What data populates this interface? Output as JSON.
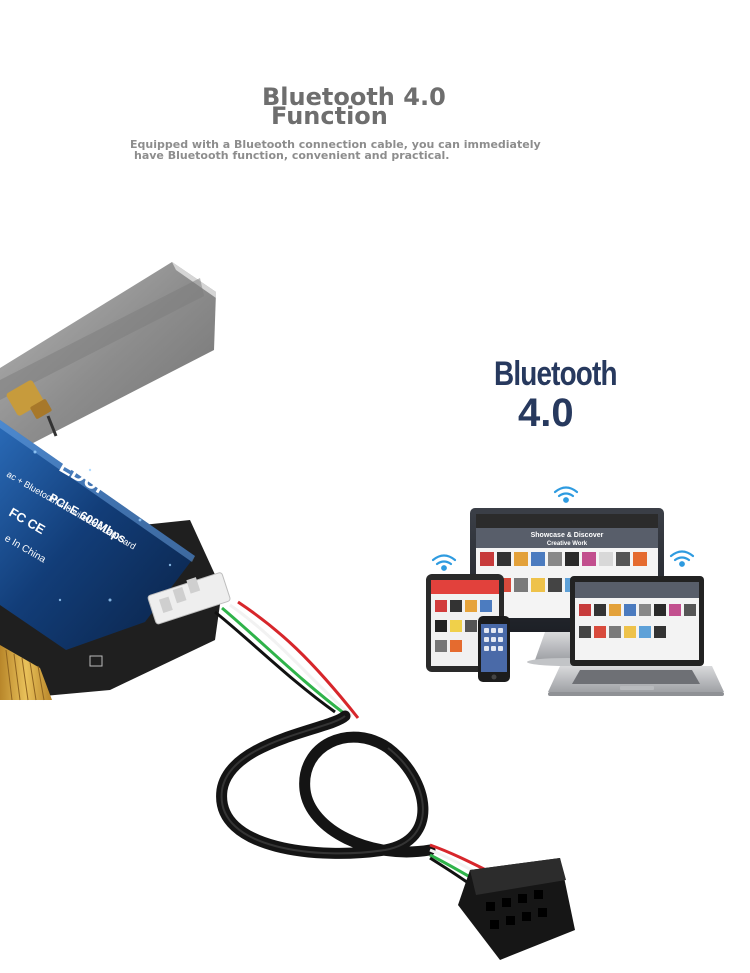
{
  "header": {
    "title_line1": "Bluetooth 4.0",
    "title_line2": "Function",
    "subtitle_line1": "Equipped with a Bluetooth connection cable, you can immediately",
    "subtitle_line2": "have Bluetooth function, convenient and practical."
  },
  "bluetooth_logo": {
    "word": "Bluetooth",
    "version": "4.0",
    "color": "#27395e"
  },
  "card": {
    "brand": "EDUP",
    "model": "PCI-E 600Mbps",
    "description": "ac + Bluetooth 4.0 wireless Lan Card",
    "made_in": "e In China",
    "cert": "FC CE"
  },
  "devices": {
    "screen_heading": "Showcase & Discover",
    "screen_subheading": "Creative Work"
  },
  "colors": {
    "title_gray": "#6e6e6e",
    "card_blue": "#1b4d8e",
    "wifi_blue": "#2e9be0"
  }
}
